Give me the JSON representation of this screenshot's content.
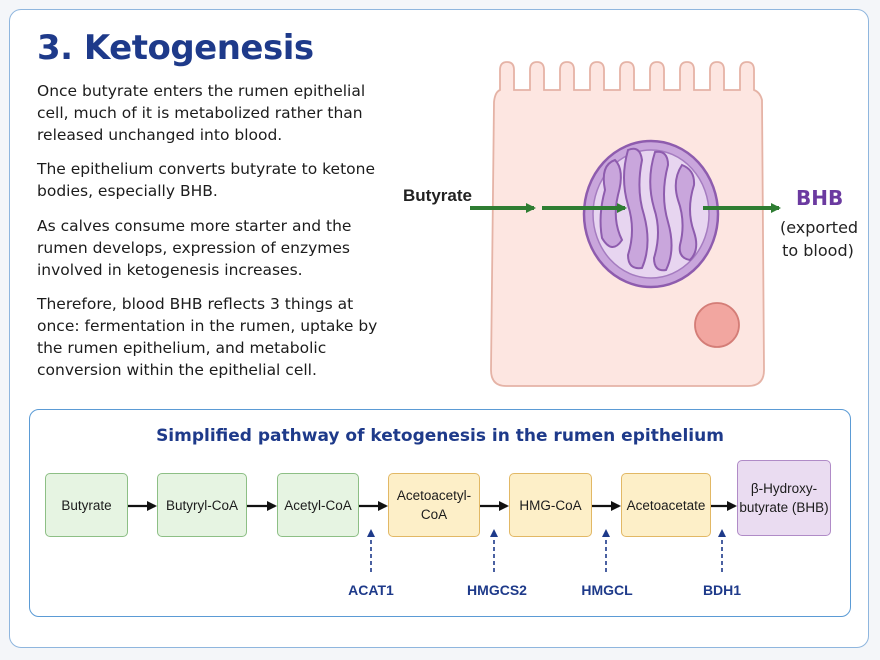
{
  "title": "3. Ketogenesis",
  "paragraphs": [
    "Once butyrate enters the rumen epithelial cell, much of it is metabolized rather than released unchanged into blood.",
    "The epithelium converts butyrate to ketone bodies, especially BHB.",
    "As calves consume more starter and the rumen develops, expression of enzymes involved in ketogenesis increases.",
    "Therefore, blood BHB reflects 3 things at once: fermentation in the rumen, uptake by the rumen epithelium, and metabolic conversion within the epithelial cell."
  ],
  "cell_diagram": {
    "input_label": "Butyrate",
    "output_label": "BHB",
    "output_note": "(exported to blood)"
  },
  "pathway": {
    "title": "Simplified pathway of ketogenesis in the rumen epithelium",
    "steps": [
      {
        "label": "Butyrate",
        "color": "green"
      },
      {
        "label": "Butyryl-CoA",
        "color": "green"
      },
      {
        "label": "Acetyl-CoA",
        "color": "green"
      },
      {
        "label": "Acetoacetyl-CoA",
        "color": "yellow"
      },
      {
        "label": "HMG-CoA",
        "color": "yellow"
      },
      {
        "label": "Acetoacetate",
        "color": "yellow"
      },
      {
        "label": "β-Hydroxy-butyrate (BHB)",
        "color": "purple"
      }
    ],
    "enzymes": [
      "ACAT1",
      "HMGCS2",
      "HMGCL",
      "BDH1"
    ]
  },
  "colors": {
    "title": "#1e3a8a",
    "arrow": "#2e7d32",
    "bhb": "#6b3aa0",
    "cell_fill": "#fde6e1",
    "mito_fill": "#c9a6dc"
  }
}
